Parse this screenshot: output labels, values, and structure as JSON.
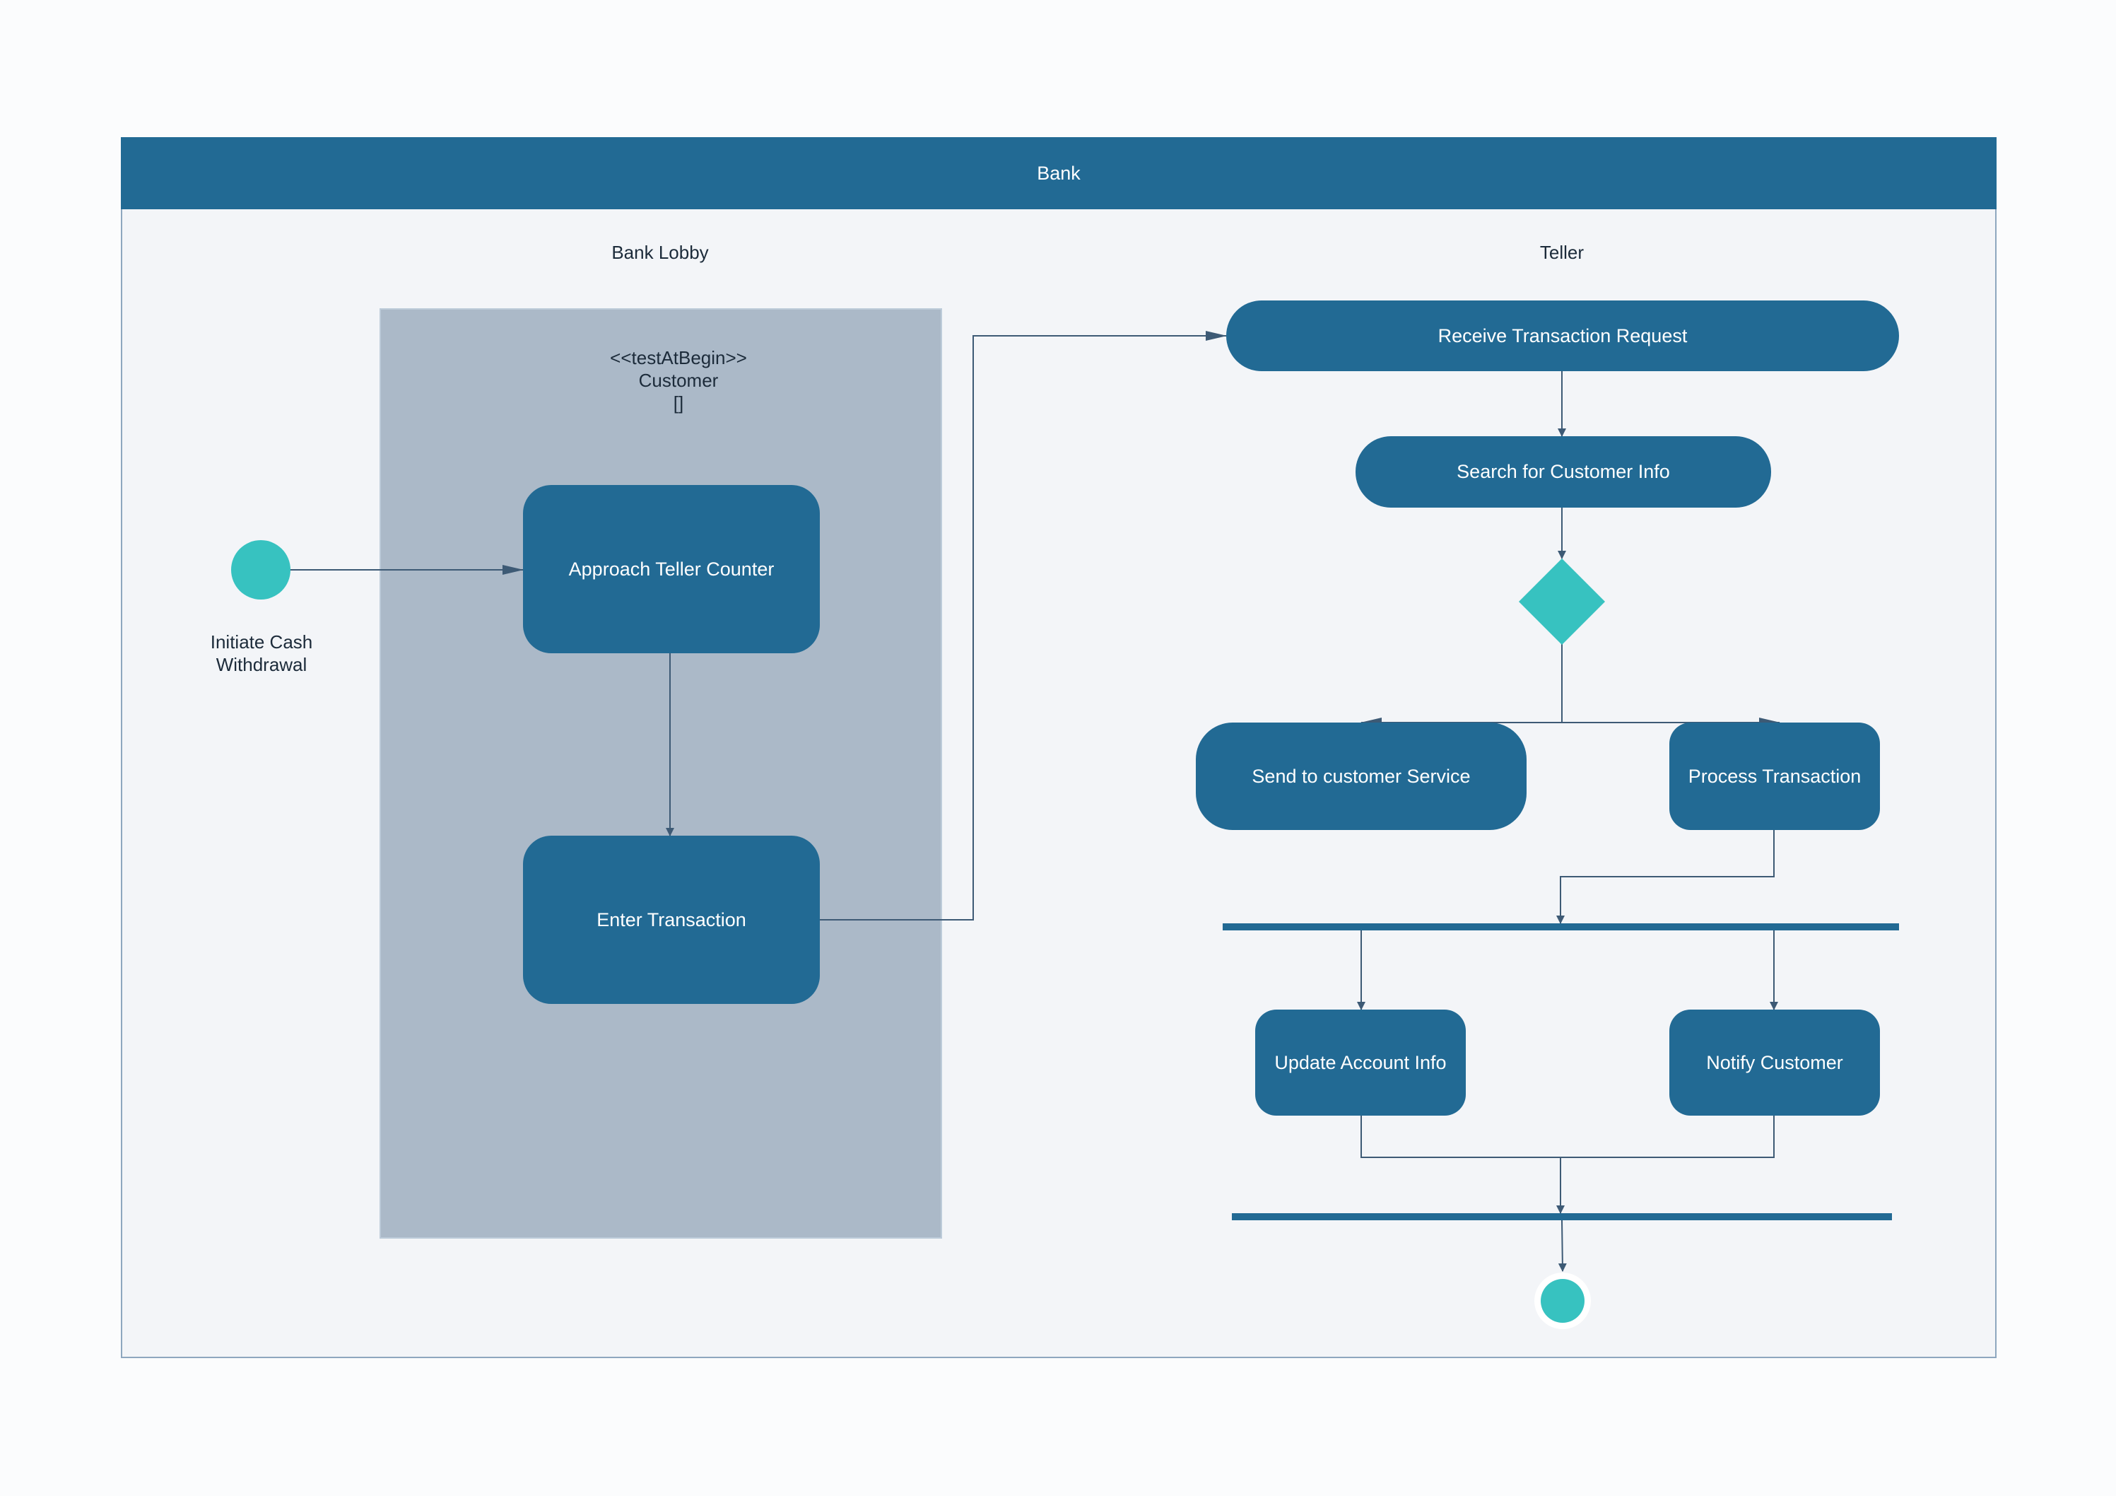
{
  "diagram": {
    "pool_title": "Bank",
    "lanes": [
      "Bank Lobby",
      "Teller"
    ],
    "region": {
      "stereotype": "<<testAtBegin>>",
      "name": "Customer",
      "marker": "[]"
    },
    "initial_label": "Initiate Cash Withdrawal",
    "nodes": {
      "approach": "Approach Teller Counter",
      "enter": "Enter Transaction",
      "receive": "Receive Transaction Request",
      "search": "Search for Customer Info",
      "send_cs": "Send to customer Service",
      "process": "Process Transaction",
      "update": "Update Account Info",
      "notify": "Notify Customer"
    },
    "colors": {
      "node_fill": "#226a94",
      "accent": "#37c2c0",
      "edge": "#3d5a75",
      "region_fill": "#abb9c8",
      "pool_fill": "#f3f5f8"
    }
  }
}
